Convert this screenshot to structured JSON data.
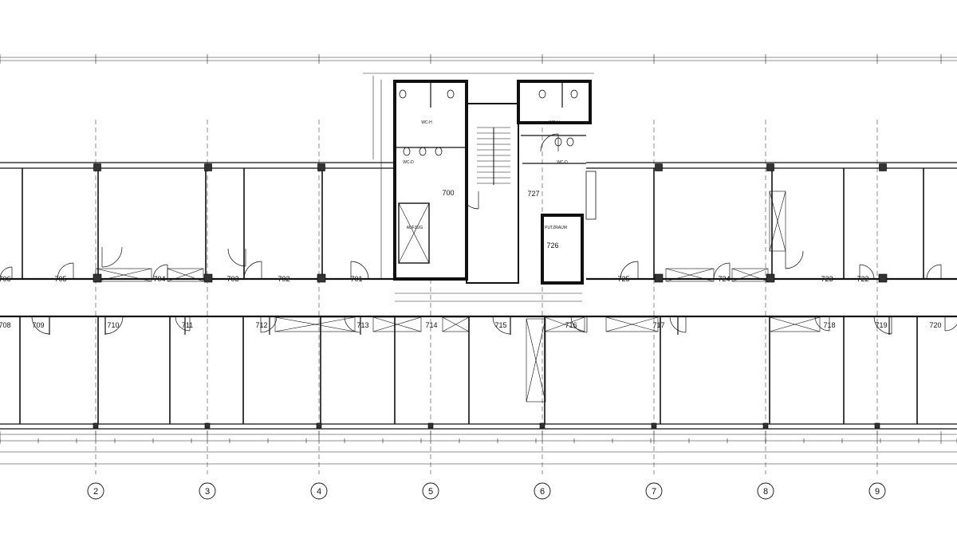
{
  "upper_rooms": [
    "706",
    "705",
    "704",
    "703",
    "702",
    "701",
    "727",
    "726",
    "725",
    "724",
    "723",
    "722"
  ],
  "lower_rooms": [
    "708",
    "709",
    "710",
    "711",
    "712",
    "713",
    "714",
    "715",
    "716",
    "717",
    "718",
    "719",
    "720"
  ],
  "core": {
    "stair_room": "700",
    "elevator": "AUFZUG",
    "cleaning": "PUTZRAUM",
    "wc_labels": [
      "WC-H",
      "WC-D",
      "WC-H",
      "WC-D"
    ]
  },
  "axes": [
    "2",
    "3",
    "4",
    "5",
    "6",
    "7",
    "8",
    "9"
  ]
}
